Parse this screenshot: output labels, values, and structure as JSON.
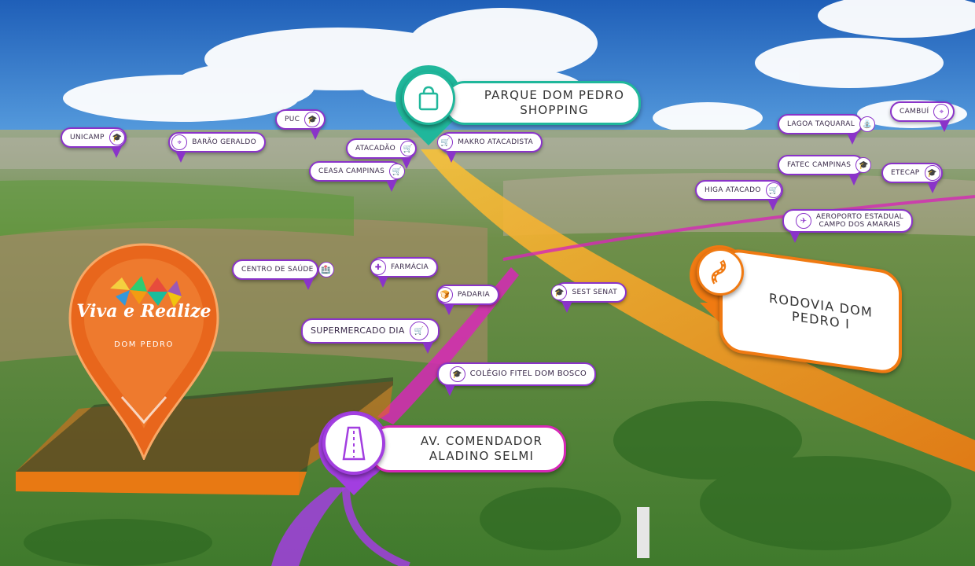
{
  "brand": {
    "name": "Viva e Realize",
    "subtitle": "DOM PEDRO",
    "color": "#e8661c"
  },
  "colors": {
    "purple": "#8a33c9",
    "magenta": "#d628b6",
    "orange": "#f39a1e",
    "teal": "#20b79b"
  },
  "highlights": {
    "shopping": {
      "label": "PARQUE DOM PEDRO\nSHOPPING",
      "icon": "shopping-bag-icon"
    },
    "rodovia": {
      "label": "RODOVIA DOM PEDRO I",
      "icon": "road-icon"
    },
    "avenida": {
      "label": "AV. COMENDADOR\nALADINO SELMI",
      "icon": "avenue-icon"
    }
  },
  "pins": [
    {
      "id": "unicamp",
      "label": "UNICAMP",
      "icon": "graduation-cap-icon"
    },
    {
      "id": "barao-geraldo",
      "label": "BARÃO GERALDO",
      "icon": "location-icon"
    },
    {
      "id": "puc",
      "label": "PUC",
      "icon": "graduation-cap-icon"
    },
    {
      "id": "atacadao",
      "label": "ATACADÃO",
      "icon": "shopping-cart-icon"
    },
    {
      "id": "makro",
      "label": "MAKRO ATACADISTA",
      "icon": "shopping-cart-icon"
    },
    {
      "id": "ceasa",
      "label": "CEASA CAMPINAS",
      "icon": "shopping-cart-icon"
    },
    {
      "id": "lagoa-taquaral",
      "label": "LAGOA TAQUARAL",
      "icon": "park-icon"
    },
    {
      "id": "cambui",
      "label": "CAMBUÍ",
      "icon": "location-icon"
    },
    {
      "id": "fatec",
      "label": "FATEC CAMPINAS",
      "icon": "graduation-cap-icon"
    },
    {
      "id": "etecap",
      "label": "ETECAP",
      "icon": "graduation-cap-icon"
    },
    {
      "id": "higa",
      "label": "HIGA ATACADO",
      "icon": "shopping-cart-icon"
    },
    {
      "id": "aeroporto",
      "label": "AEROPORTO ESTADUAL\nCAMPO DOS AMARAIS",
      "icon": "airplane-icon"
    },
    {
      "id": "centro-saude",
      "label": "CENTRO DE SAÚDE",
      "icon": "hospital-icon"
    },
    {
      "id": "farmacia",
      "label": "FARMÁCIA",
      "icon": "pharmacy-icon"
    },
    {
      "id": "padaria",
      "label": "PADARIA",
      "icon": "bread-icon"
    },
    {
      "id": "sest-senat",
      "label": "SEST SENAT",
      "icon": "graduation-cap-icon"
    },
    {
      "id": "supermercado-dia",
      "label": "SUPERMERCADO DIA",
      "icon": "shopping-cart-icon"
    },
    {
      "id": "colegio-fitel",
      "label": "COLÉGIO FITEL DOM BOSCO",
      "icon": "graduation-cap-icon"
    }
  ]
}
